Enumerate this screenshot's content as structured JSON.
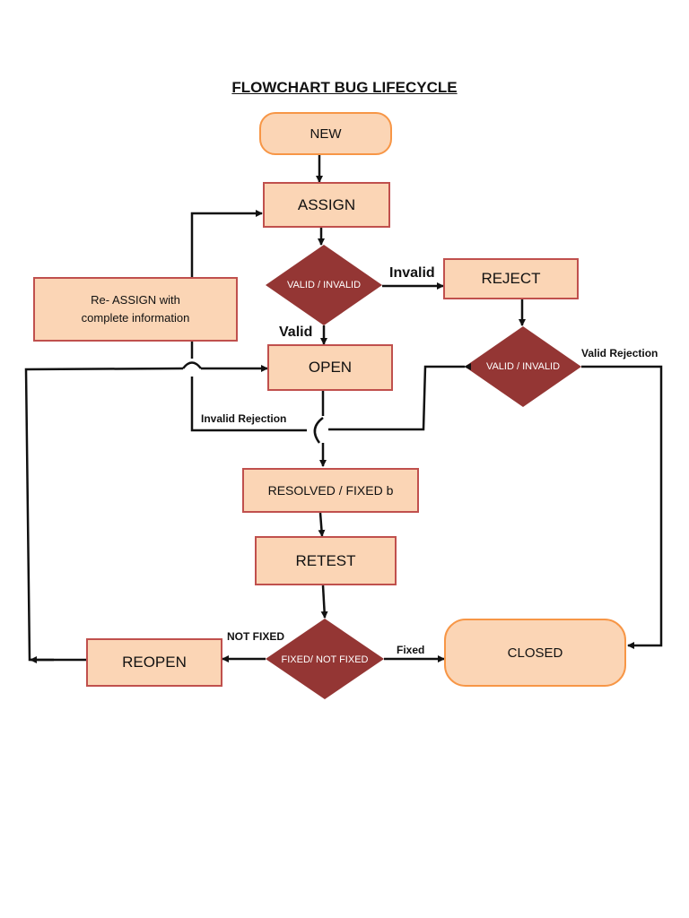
{
  "title": "FLOWCHART BUG LIFECYCLE",
  "nodes": {
    "new": "NEW",
    "assign": "ASSIGN",
    "valid_invalid_1": "VALID / INVALID",
    "reject": "REJECT",
    "reassign": "Re- ASSIGN with complete information",
    "open": "OPEN",
    "valid_invalid_2": "VALID / INVALID",
    "resolved": "RESOLVED / FIXED b",
    "retest": "RETEST",
    "fixed_not_fixed": "FIXED/ NOT FIXED",
    "reopen": "REOPEN",
    "closed": "CLOSED"
  },
  "edge_labels": {
    "invalid": "Invalid",
    "valid": "Valid",
    "valid_rejection": "Valid Rejection",
    "invalid_rejection": "Invalid Rejection",
    "not_fixed": "NOT FIXED",
    "fixed": "Fixed"
  },
  "colors": {
    "box_fill": "#fbd5b5",
    "box_border": "#c0504d",
    "rounded_border": "#f79646",
    "diamond_fill": "#943634",
    "line": "#111111"
  }
}
